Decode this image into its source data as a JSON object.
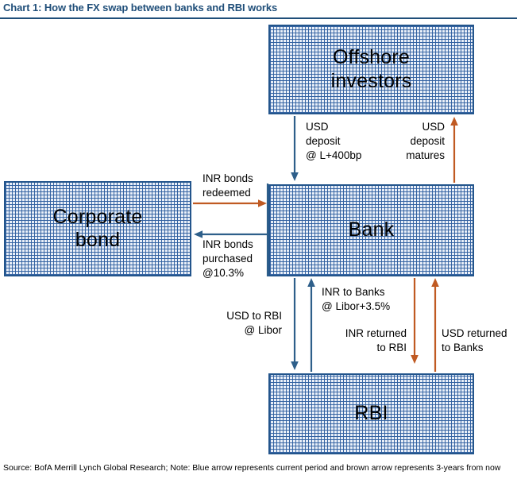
{
  "chart_data": {
    "type": "diagram",
    "title": "Chart 1: How the FX swap between banks and RBI works",
    "source_note": "Source: BofA Merrill Lynch Global Research; Note: Blue arrow represents current period and brown arrow represents 3-years from now",
    "colors": {
      "title": "#1F4E79",
      "box_border": "#23558C",
      "box_fill_pattern": "#2F5FA0",
      "arrow_blue": "#2E5F8A",
      "arrow_brown": "#C05A22"
    },
    "nodes": [
      {
        "id": "offshore",
        "label": "Offshore\ninvestors"
      },
      {
        "id": "corporate",
        "label": "Corporate\nbond"
      },
      {
        "id": "bank",
        "label": "Bank"
      },
      {
        "id": "rbi",
        "label": "RBI"
      }
    ],
    "edges": [
      {
        "id": "usd-deposit",
        "from": "bank",
        "to": "offshore",
        "label": "USD\ndeposit\n@ L+400bp",
        "color": "blue",
        "direction": "up-to-offshore-down-arrow"
      },
      {
        "id": "usd-deposit-matures",
        "from": "offshore",
        "to": "bank",
        "label": "USD\ndeposit\nmatures",
        "color": "brown",
        "direction": "up"
      },
      {
        "id": "inr-bonds-redeemed",
        "from": "corporate",
        "to": "bank",
        "label": "INR bonds\nredeemed",
        "color": "brown",
        "direction": "right"
      },
      {
        "id": "inr-bonds-purchased",
        "from": "bank",
        "to": "corporate",
        "label": "INR bonds\npurchased\n@10.3%",
        "color": "blue",
        "direction": "left"
      },
      {
        "id": "usd-to-rbi",
        "from": "bank",
        "to": "rbi",
        "label": "USD to RBI\n@ Libor",
        "color": "blue",
        "direction": "down"
      },
      {
        "id": "inr-to-banks",
        "from": "rbi",
        "to": "bank",
        "label": "INR to Banks\n@ Libor+3.5%",
        "color": "blue",
        "direction": "up"
      },
      {
        "id": "inr-returned-to-rbi",
        "from": "bank",
        "to": "rbi",
        "label": "INR returned\nto RBI",
        "color": "brown",
        "direction": "down"
      },
      {
        "id": "usd-returned-to-banks",
        "from": "rbi",
        "to": "bank",
        "label": "USD returned\nto Banks",
        "color": "brown",
        "direction": "up"
      }
    ]
  },
  "title": {
    "text": "Chart 1: How the FX swap between banks and RBI works"
  },
  "nodes": {
    "offshore": {
      "line1": "Offshore",
      "line2": "investors"
    },
    "corporate": {
      "line1": "Corporate",
      "line2": "bond"
    },
    "bank": {
      "line1": "Bank"
    },
    "rbi": {
      "line1": "RBI"
    }
  },
  "labels": {
    "usd_deposit": "USD\ndeposit\n@ L+400bp",
    "usd_deposit_matures": "USD\ndeposit\nmatures",
    "inr_bonds_redeemed": "INR bonds\nredeemed",
    "inr_bonds_purchased": "INR bonds\npurchased\n@10.3%",
    "usd_to_rbi": "USD to RBI\n@ Libor",
    "inr_to_banks": "INR to Banks\n@ Libor+3.5%",
    "inr_returned_to_rbi": "INR returned\nto RBI",
    "usd_returned_to_banks": "USD returned\nto Banks"
  },
  "footer": {
    "source": "Source: BofA Merrill Lynch Global Research; Note: Blue arrow represents current period and brown arrow represents 3-years from now"
  }
}
